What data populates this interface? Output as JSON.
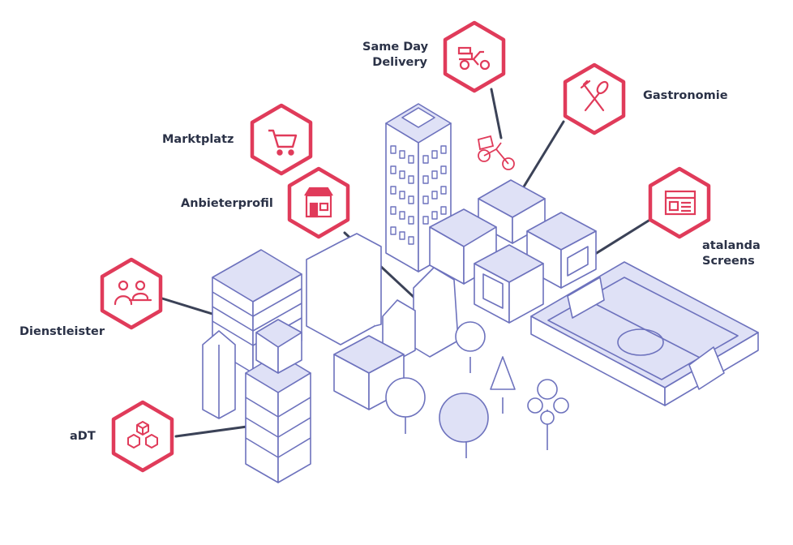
{
  "colors": {
    "accent": "#e03b5a",
    "line": "#3b4257",
    "building_stroke": "#6d72bd",
    "building_fill": "#ffffff",
    "soft_fill": "#dfe1f6"
  },
  "labels": {
    "same_day_line1": "Same Day",
    "same_day_line2": "Delivery",
    "gastronomie": "Gastronomie",
    "marktplatz": "Marktplatz",
    "anbieterprofil": "Anbieterprofil",
    "atalanda_line1": "atalanda",
    "atalanda_line2": "Screens",
    "dienstleister": "Dienstleister",
    "adt": "aDT"
  },
  "icons": {
    "same_day": "scooter-icon",
    "gastronomie": "fork-spoon-icon",
    "marktplatz": "shopping-cart-icon",
    "anbieterprofil": "storefront-icon",
    "atalanda": "screen-layout-icon",
    "dienstleister": "people-icon",
    "adt": "boxes-icon",
    "delivery_bike": "cargo-bike-icon"
  }
}
